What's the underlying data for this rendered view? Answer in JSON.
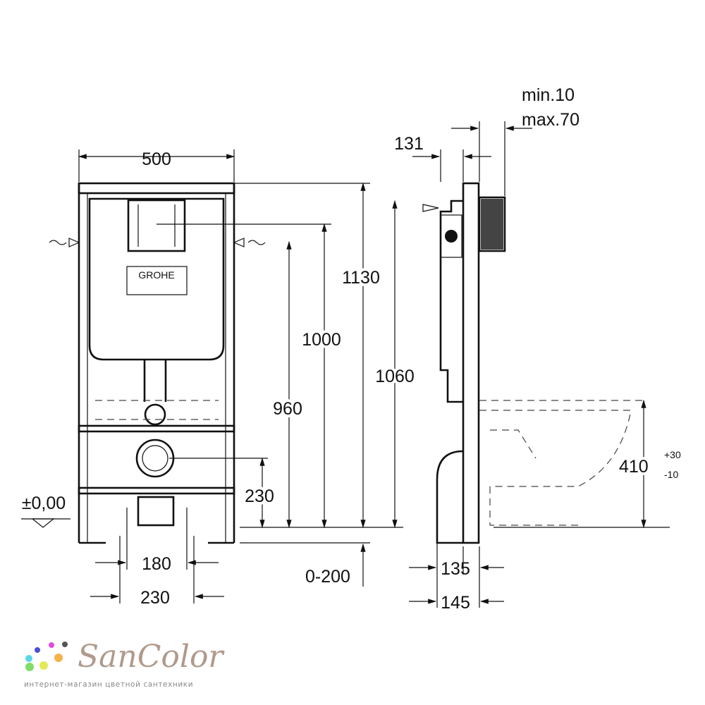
{
  "front_view": {
    "width": "500",
    "height_1130": "1130",
    "height_1000": "1000",
    "height_960": "960",
    "height_230": "230",
    "zero_level": "±0,00",
    "bottom_180": "180",
    "bottom_230": "230",
    "adjust_0_200": "0-200",
    "cistern_brand": "GROHE"
  },
  "side_view": {
    "depth_131": "131",
    "min": "min.10",
    "max": "max.70",
    "height_1060": "1060",
    "depth_135": "135",
    "depth_145": "145",
    "bowl_height": "410",
    "tol_plus": "+30",
    "tol_minus": "-10"
  },
  "watermark": {
    "name": "SanColor",
    "tagline": "интернет-магазин цветной сантехники",
    "dot_colors": [
      "#4a4fd8",
      "#e04be0",
      "#555555",
      "#5ad6e8",
      "#f3b24a",
      "#7fdc6a",
      "#e2ea5a"
    ]
  }
}
